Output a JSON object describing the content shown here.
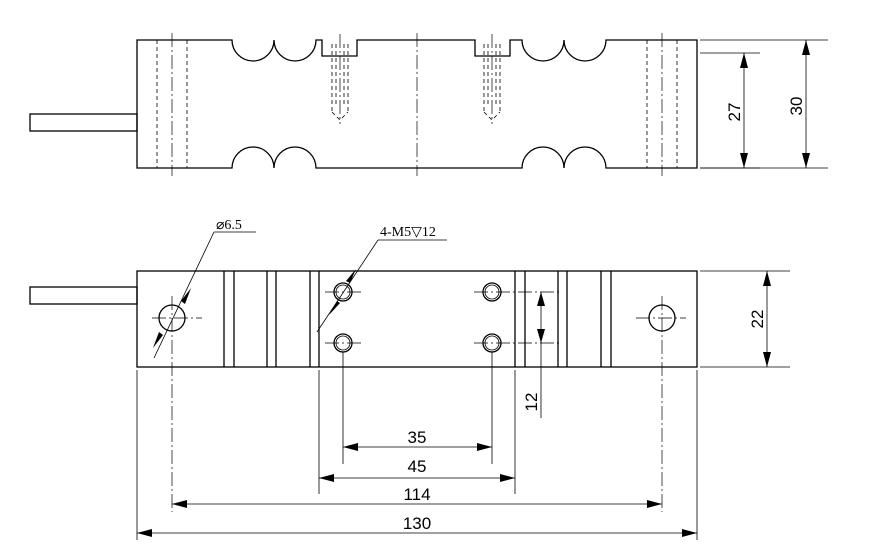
{
  "drawing": {
    "dimensions": {
      "height_total": "30",
      "height_inner": "27",
      "width_top": "22",
      "hole_spacing_v": "12",
      "hole_spacing_35": "35",
      "span_45": "45",
      "span_114": "114",
      "length_total": "130"
    },
    "notes": {
      "through_hole": "⌀6.5",
      "threaded_holes": "4-M5▽12"
    }
  }
}
